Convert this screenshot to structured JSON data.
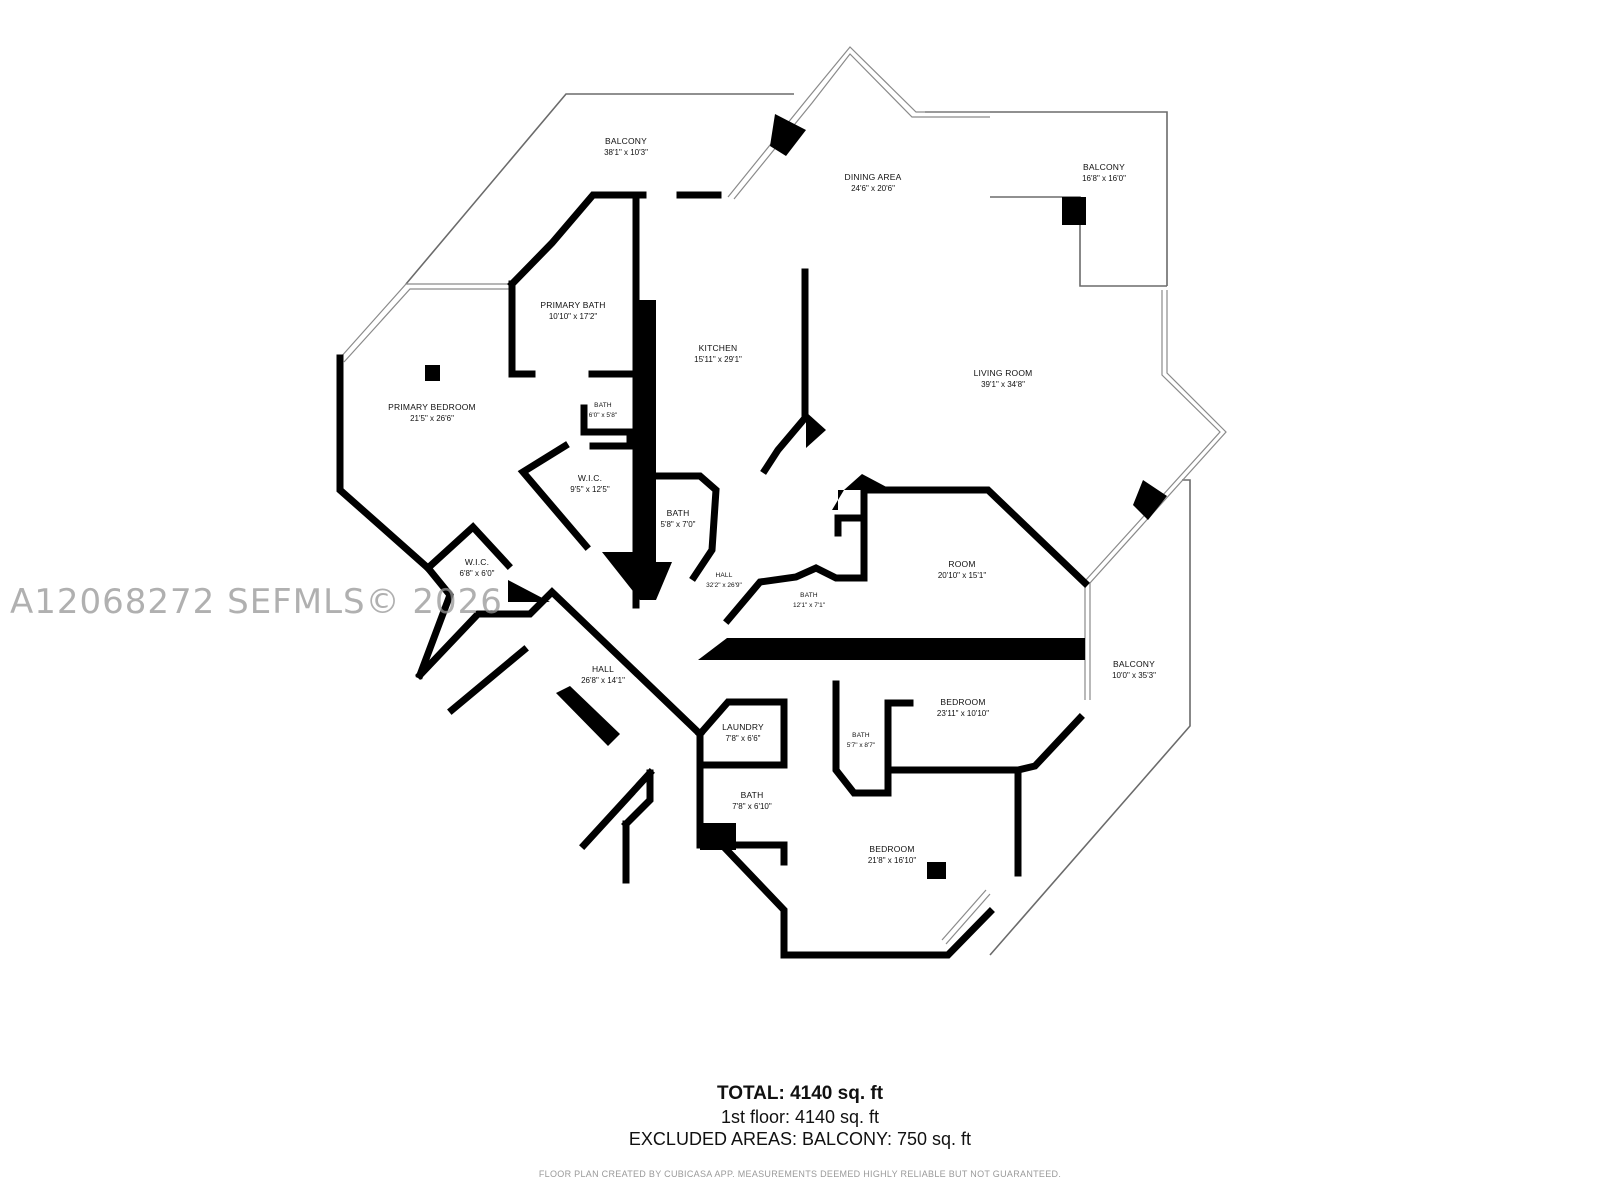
{
  "watermark": "A12068272  SEFMLS© 2026",
  "rooms": [
    {
      "name": "BALCONY",
      "dim": "38'1\" x 10'3\""
    },
    {
      "name": "DINING AREA",
      "dim": "24'6\" x 20'6\""
    },
    {
      "name": "BALCONY",
      "dim": "16'8\" x 16'0\""
    },
    {
      "name": "PRIMARY BATH",
      "dim": "10'10\" x 17'2\""
    },
    {
      "name": "KITCHEN",
      "dim": "15'11\" x 29'1\""
    },
    {
      "name": "LIVING ROOM",
      "dim": "39'1\" x 34'8\""
    },
    {
      "name": "PRIMARY BEDROOM",
      "dim": "21'5\" x 26'6\""
    },
    {
      "name": "BATH",
      "dim": "6'0\" x 5'8\""
    },
    {
      "name": "W.I.C.",
      "dim": "9'5\" x 12'5\""
    },
    {
      "name": "BATH",
      "dim": "5'8\" x 7'0\""
    },
    {
      "name": "W.I.C.",
      "dim": "6'8\" x 6'0\""
    },
    {
      "name": "HALL",
      "dim": "32'2\" x 26'9\""
    },
    {
      "name": "BATH",
      "dim": "12'1\" x 7'1\""
    },
    {
      "name": "ROOM",
      "dim": "20'10\" x 15'1\""
    },
    {
      "name": "HALL",
      "dim": "26'8\" x 14'1\""
    },
    {
      "name": "BALCONY",
      "dim": "10'0\" x 35'3\""
    },
    {
      "name": "BEDROOM",
      "dim": "23'11\" x 10'10\""
    },
    {
      "name": "LAUNDRY",
      "dim": "7'8\" x 6'6\""
    },
    {
      "name": "BATH",
      "dim": "5'7\" x 8'7\""
    },
    {
      "name": "BATH",
      "dim": "7'8\" x 6'10\""
    },
    {
      "name": "BEDROOM",
      "dim": "21'8\" x 16'10\""
    }
  ],
  "totals": {
    "total": "TOTAL: 4140 sq. ft",
    "floor": "1st floor: 4140 sq. ft",
    "excluded": "EXCLUDED AREAS: BALCONY: 750 sq. ft"
  },
  "disclaimer": "FLOOR PLAN CREATED BY CUBICASA APP. MEASUREMENTS DEEMED HIGHLY RELIABLE BUT NOT GUARANTEED."
}
